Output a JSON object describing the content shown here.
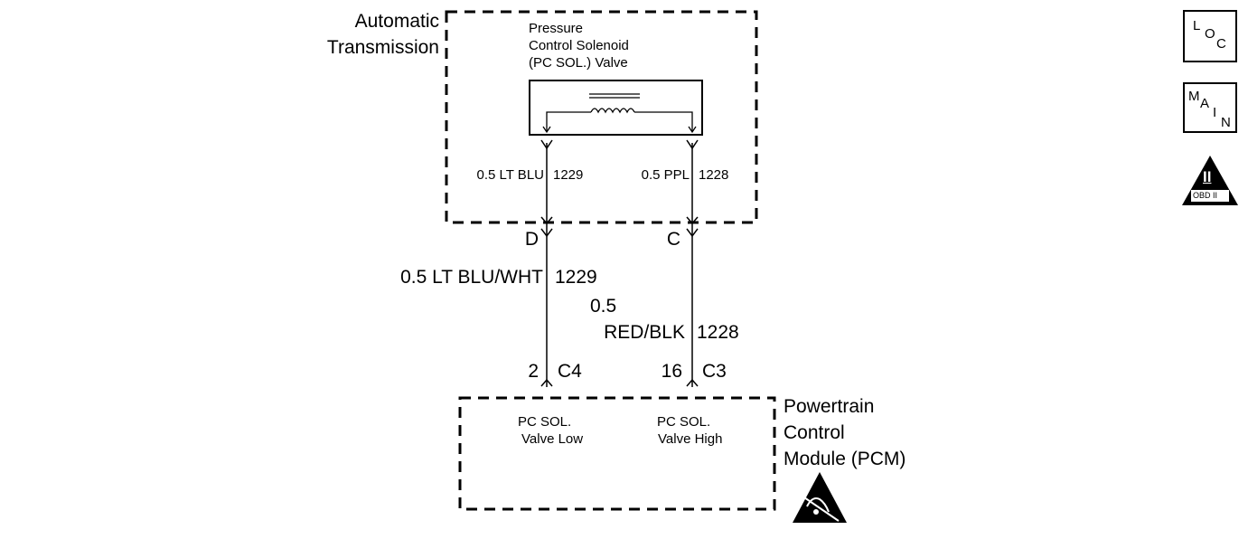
{
  "assembly": {
    "name_line1": "Automatic",
    "name_line2": "Transmission"
  },
  "solenoid": {
    "line1": "Pressure",
    "line2": "Control Solenoid",
    "line3": "(PC SOL.) Valve"
  },
  "wires": {
    "inner_left_label": "0.5 LT BLU",
    "inner_left_circuit": "1229",
    "inner_right_label": "0.5 PPL",
    "inner_right_circuit": "1228",
    "outer_left_label": "0.5 LT BLU/WHT",
    "outer_left_circuit": "1229",
    "outer_right_gauge": "0.5",
    "outer_right_color": "RED/BLK",
    "outer_right_circuit": "1228"
  },
  "connectors": {
    "trans_left": "D",
    "trans_right": "C",
    "pcm_left_pin": "2",
    "pcm_left_conn": "C4",
    "pcm_right_pin": "16",
    "pcm_right_conn": "C3"
  },
  "pcm": {
    "name_line1": "Powertrain",
    "name_line2": "Control",
    "name_line3": "Module (PCM)",
    "left_terminal_line1": "PC SOL.",
    "left_terminal_line2": "Valve Low",
    "right_terminal_line1": "PC SOL.",
    "right_terminal_line2": "Valve High"
  },
  "icons": {
    "loc_letters": [
      "L",
      "O",
      "C"
    ],
    "main_letters": [
      "M",
      "A",
      "I",
      "N"
    ],
    "obd_roman": "II",
    "obd_text": "OBD II",
    "esd_icon": "esd-warning-icon"
  }
}
